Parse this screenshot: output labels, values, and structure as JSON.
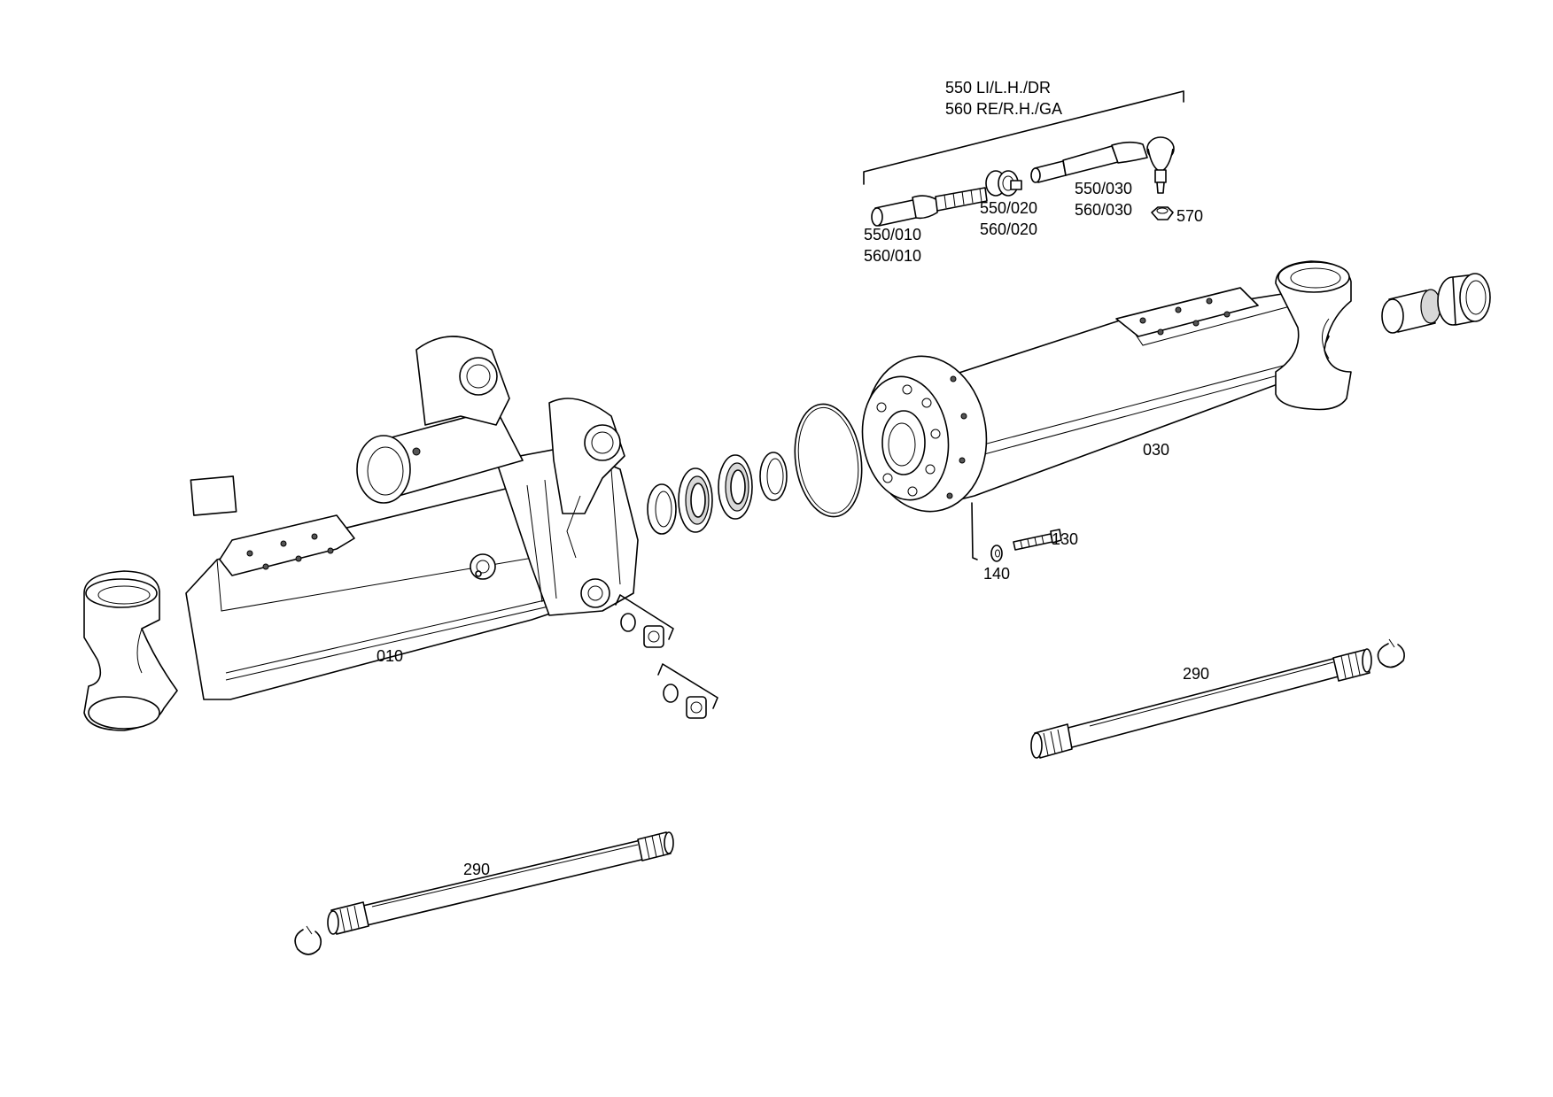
{
  "labels": {
    "group_line1": "550 LI/L.H./DR",
    "group_line2": "560 RE/R.H./GA",
    "p550_010": "550/010",
    "p560_010": "560/010",
    "p550_020": "550/020",
    "p560_020": "560/020",
    "p550_030": "550/030",
    "p560_030": "560/030",
    "p570": "570",
    "p030": "030",
    "p130": "130",
    "p140": "140",
    "p010": "010",
    "p290_right": "290",
    "p290_left": "290"
  }
}
